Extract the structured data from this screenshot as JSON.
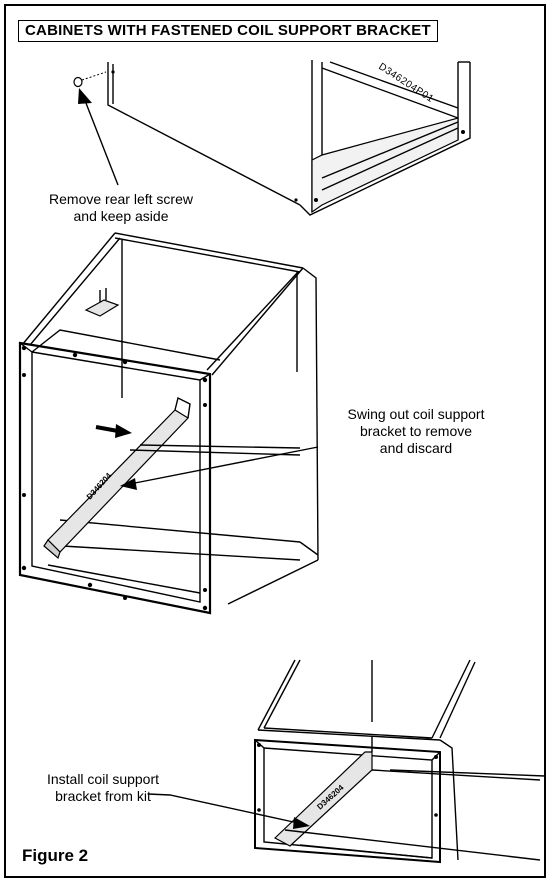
{
  "figure": {
    "title": "CABINETS WITH FASTENED COIL SUPPORT BRACKET",
    "label": "Figure 2"
  },
  "callouts": {
    "remove_screw": {
      "line1": "Remove rear left screw",
      "line2": "and keep aside"
    },
    "swing_out": {
      "line1": "Swing out coil support",
      "line2": "bracket to remove",
      "line3": "and discard"
    },
    "install": {
      "line1": "Install coil support",
      "line2": "bracket from kit"
    }
  },
  "markings": {
    "part_number": "D346204P01"
  }
}
